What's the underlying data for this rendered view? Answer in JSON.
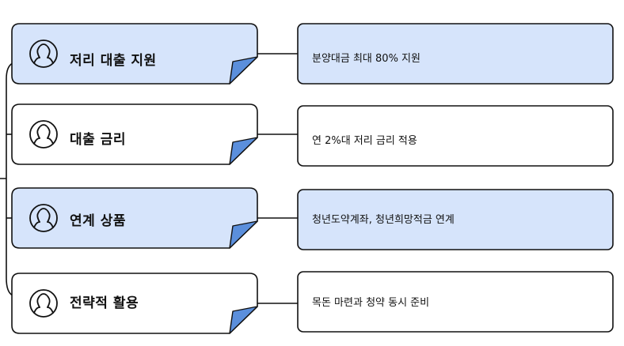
{
  "colors": {
    "highlight": "#d6e4fb",
    "plain": "#ffffff",
    "fold": "#5b8fdc",
    "stroke": "#111111"
  },
  "rows": [
    {
      "title": "저리 대출 지원",
      "detail": "분양대금 최대 80% 지원",
      "highlighted": true,
      "icon": "user-icon"
    },
    {
      "title": "대출 금리",
      "detail": "연 2%대 저리 금리 적용",
      "highlighted": false,
      "icon": "user-icon"
    },
    {
      "title": "연계 상품",
      "detail": "청년도약계좌, 청년희망적금 연계",
      "highlighted": true,
      "icon": "user-icon"
    },
    {
      "title": "전략적 활용",
      "detail": "목돈 마련과 청약 동시 준비",
      "highlighted": false,
      "icon": "user-icon"
    }
  ]
}
